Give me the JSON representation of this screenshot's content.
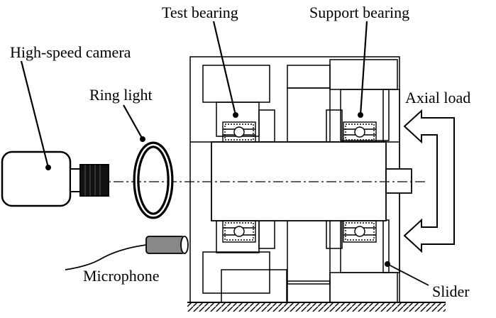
{
  "labels": {
    "test_bearing": "Test bearing",
    "support_bearing": "Support bearing",
    "camera": "High-speed camera",
    "ring_light": "Ring light",
    "axial_load": "Axial load",
    "microphone": "Microphone",
    "slider": "Slider"
  }
}
